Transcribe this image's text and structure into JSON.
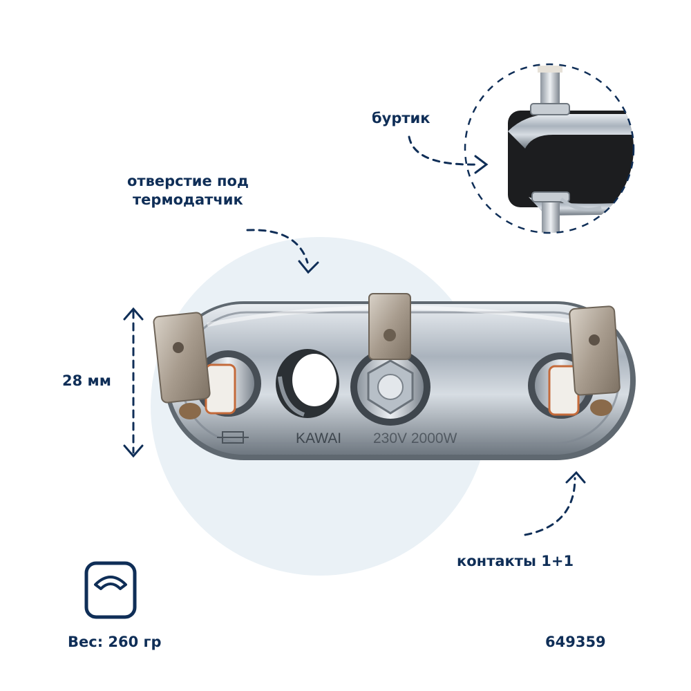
{
  "labels": {
    "burtik": "буртик",
    "hole_line1": "отверстие под",
    "hole_line2": "термодатчик",
    "size": "28 мм",
    "contacts": "контакты 1+1",
    "weight": "Вес: 260 гр",
    "code": "649359"
  },
  "product": {
    "brand": "KAWAI",
    "marking": "230V 2000W"
  },
  "icons": {
    "weight": "scale-icon",
    "arrow": "dashed-arrow-icon"
  },
  "colors": {
    "accent": "#0f2e57",
    "background_circle": "#eaf1f6",
    "metal": "#b9c2cc"
  }
}
